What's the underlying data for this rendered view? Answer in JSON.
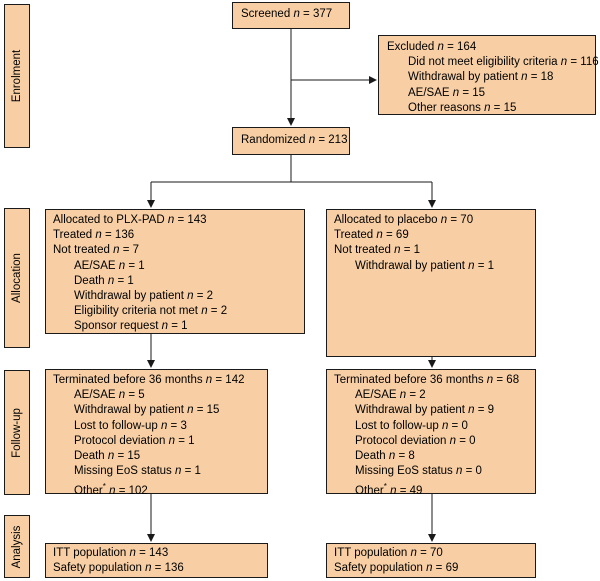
{
  "stages": {
    "enrolment": "Enrolment",
    "allocation": "Allocation",
    "followup": "Follow-up",
    "analysis": "Analysis"
  },
  "screened": {
    "label": "Screened ",
    "n": "n",
    "value": " = 377"
  },
  "excluded": {
    "title": {
      "label": "Excluded ",
      "n": "n",
      "value": " = 164"
    },
    "items": [
      {
        "label": "Did not meet eligibility criteria ",
        "n": "n",
        "value": " = 116"
      },
      {
        "label": "Withdrawal by patient ",
        "n": "n",
        "value": " = 18"
      },
      {
        "label": "AE/SAE ",
        "n": "n",
        "value": " = 15"
      },
      {
        "label": "Other reasons ",
        "n": "n",
        "value": " = 15"
      }
    ]
  },
  "randomized": {
    "label": "Randomized ",
    "n": "n",
    "value": " = 213"
  },
  "allocation_plx": {
    "lines": [
      {
        "label": "Allocated to PLX-PAD ",
        "n": "n",
        "value": " = 143"
      },
      {
        "label": "Treated ",
        "n": "n",
        "value": " = 136"
      },
      {
        "label": "Not treated ",
        "n": "n",
        "value": " = 7"
      }
    ],
    "sub": [
      {
        "label": "AE/SAE ",
        "n": "n",
        "value": " = 1"
      },
      {
        "label": "Death ",
        "n": "n",
        "value": " = 1"
      },
      {
        "label": "Withdrawal by patient ",
        "n": "n",
        "value": " = 2"
      },
      {
        "label": "Eligibility criteria not met ",
        "n": "n",
        "value": " = 2"
      },
      {
        "label": "Sponsor request ",
        "n": "n",
        "value": " = 1"
      }
    ]
  },
  "allocation_placebo": {
    "lines": [
      {
        "label": "Allocated to placebo ",
        "n": "n",
        "value": " = 70"
      },
      {
        "label": "Treated ",
        "n": "n",
        "value": " = 69"
      },
      {
        "label": "Not treated ",
        "n": "n",
        "value": " = 1"
      }
    ],
    "sub": [
      {
        "label": "Withdrawal by patient ",
        "n": "n",
        "value": " = 1"
      }
    ]
  },
  "followup_plx": {
    "title": {
      "label": "Terminated before 36 months ",
      "n": "n",
      "value": " = 142"
    },
    "sub": [
      {
        "label": "AE/SAE ",
        "n": "n",
        "value": " = 5"
      },
      {
        "label": "Withdrawal by patient ",
        "n": "n",
        "value": " = 15"
      },
      {
        "label": "Lost to follow-up ",
        "n": "n",
        "value": " = 3"
      },
      {
        "label": "Protocol deviation ",
        "n": "n",
        "value": " = 1"
      },
      {
        "label": "Death ",
        "n": "n",
        "value": " = 15"
      },
      {
        "label": "Missing EoS status ",
        "n": "n",
        "value": " = 1"
      },
      {
        "label": "Other",
        "sup": "*",
        "n": "n",
        "value": " = 102"
      }
    ]
  },
  "followup_placebo": {
    "title": {
      "label": "Terminated before 36 months ",
      "n": "n",
      "value": " = 68"
    },
    "sub": [
      {
        "label": "AE/SAE ",
        "n": "n",
        "value": " = 2"
      },
      {
        "label": "Withdrawal by patient ",
        "n": "n",
        "value": " = 9"
      },
      {
        "label": "Lost to follow-up ",
        "n": "n",
        "value": " = 0"
      },
      {
        "label": "Protocol deviation ",
        "n": "n",
        "value": " = 0"
      },
      {
        "label": "Death ",
        "n": "n",
        "value": " = 8"
      },
      {
        "label": "Missing EoS status ",
        "n": "n",
        "value": " = 0"
      },
      {
        "label": "Other",
        "sup": "*",
        "n": "n",
        "value": " = 49"
      }
    ]
  },
  "analysis_plx": {
    "lines": [
      {
        "label": "ITT population ",
        "n": "n",
        "value": " = 143"
      },
      {
        "label": "Safety population ",
        "n": "n",
        "value": " = 136"
      }
    ]
  },
  "analysis_placebo": {
    "lines": [
      {
        "label": "ITT population ",
        "n": "n",
        "value": " = 70"
      },
      {
        "label": "Safety population ",
        "n": "n",
        "value": " = 69"
      }
    ]
  },
  "colors": {
    "box_fill": "#f8cfa5",
    "border": "#1a1a1a"
  }
}
